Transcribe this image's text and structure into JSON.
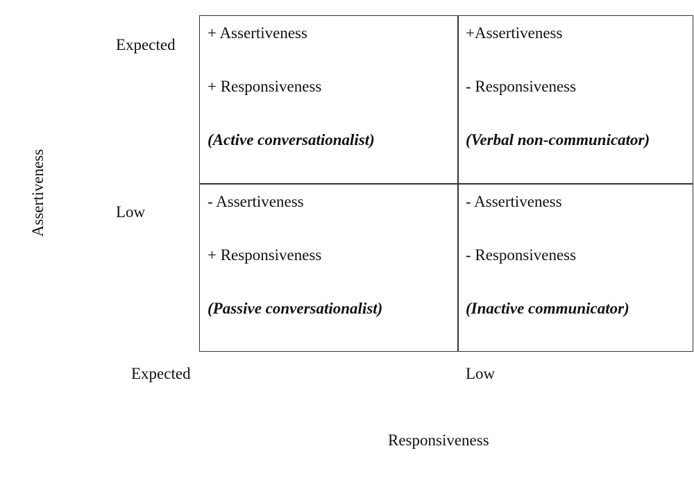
{
  "axes": {
    "y_title": "Assertiveness",
    "x_title": "Responsiveness",
    "y_levels": [
      "Expected",
      "Low"
    ],
    "x_levels": [
      "Expected",
      "Low"
    ]
  },
  "cells": {
    "top_left": {
      "assertiveness": "+ Assertiveness",
      "responsiveness": "+ Responsiveness",
      "type": "(Active conversationalist)"
    },
    "top_right": {
      "assertiveness": "+Assertiveness",
      "responsiveness": "- Responsiveness",
      "type": "(Verbal non-communicator)"
    },
    "bottom_left": {
      "assertiveness": "- Assertiveness",
      "responsiveness": "+ Responsiveness",
      "type": "(Passive conversationalist)"
    },
    "bottom_right": {
      "assertiveness": "- Assertiveness",
      "responsiveness": "- Responsiveness",
      "type": "(Inactive communicator)"
    }
  }
}
